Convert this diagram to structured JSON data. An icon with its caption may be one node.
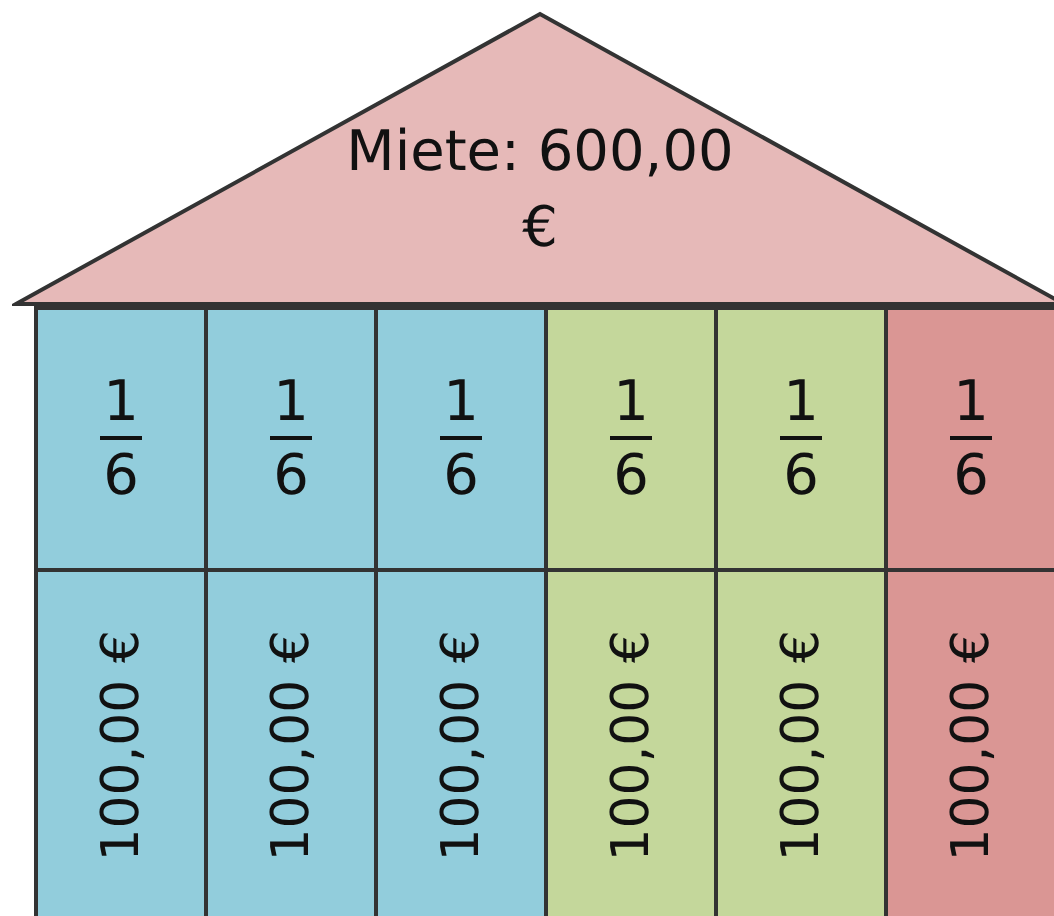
{
  "diagram": {
    "nodes": [
      {
        "text": [
          "Miete: 600,00 €"
        ]
      },
      {
        "text": [
          "1",
          "6"
        ]
      },
      {
        "text": [
          "1",
          "6"
        ]
      },
      {
        "text": [
          "1",
          "6"
        ]
      },
      {
        "text": [
          "1",
          "6"
        ]
      },
      {
        "text": [
          "1",
          "6"
        ]
      },
      {
        "text": [
          "1",
          "6"
        ]
      },
      {
        "text": [
          "100,00 €"
        ]
      },
      {
        "text": [
          "100,00 €"
        ]
      },
      {
        "text": [
          "100,00 €"
        ]
      },
      {
        "text": [
          "100,00 €"
        ]
      },
      {
        "text": [
          "100,00 €"
        ]
      },
      {
        "text": [
          "100,00 €"
        ]
      }
    ],
    "edges": []
  }
}
